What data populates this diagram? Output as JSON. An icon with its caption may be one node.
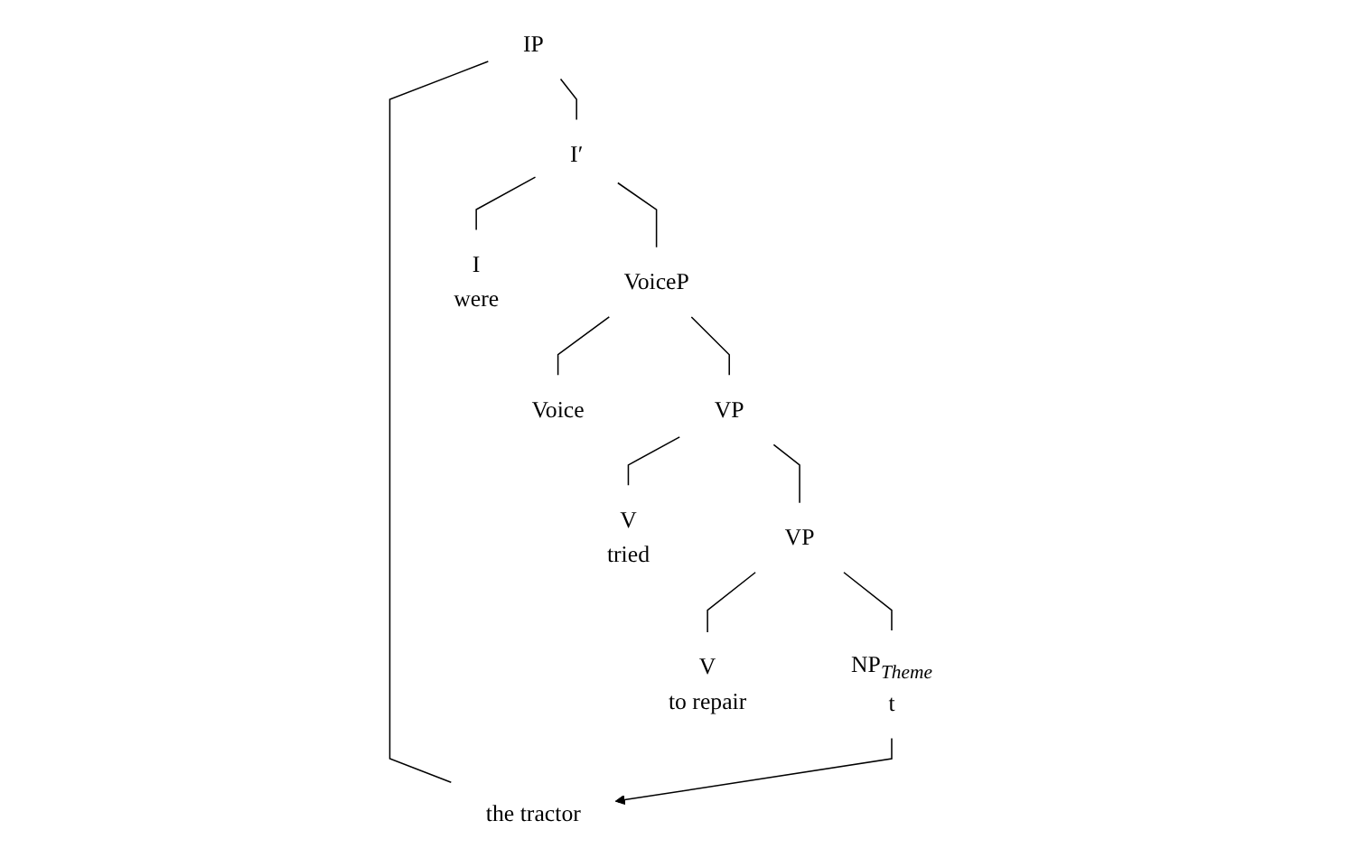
{
  "diagram": {
    "nodes": [
      {
        "text": [
          "IP"
        ]
      },
      {
        "text": [
          "the tractor"
        ]
      },
      {
        "text": [
          "I′"
        ]
      },
      {
        "text": [
          "VoiceP"
        ]
      },
      {
        "text": [
          "I",
          "were"
        ]
      },
      {
        "text": [
          "VP"
        ]
      },
      {
        "text": [
          "Voice"
        ]
      },
      {
        "text": [
          "VP"
        ]
      },
      {
        "text": [
          "V",
          "tried"
        ]
      },
      {
        "text": [
          "NP$_{Theme}$",
          "t"
        ]
      },
      {
        "text": [
          "V",
          "to repair"
        ]
      }
    ],
    "edges": [
      {
        "from": 0,
        "to": 1,
        "arrow": "none"
      },
      {
        "from": 0,
        "to": 2,
        "arrow": "none"
      },
      {
        "from": 2,
        "to": 3,
        "arrow": "none"
      },
      {
        "from": 2,
        "to": 4,
        "arrow": "none"
      },
      {
        "from": 3,
        "to": 5,
        "arrow": "none"
      },
      {
        "from": 3,
        "to": 6,
        "arrow": "none"
      },
      {
        "from": 5,
        "to": 7,
        "arrow": "none"
      },
      {
        "from": 5,
        "to": 8,
        "arrow": "none"
      },
      {
        "from": 7,
        "to": 9,
        "arrow": "none"
      },
      {
        "from": 7,
        "to": 10,
        "arrow": "none"
      },
      {
        "from": 9,
        "to": 1,
        "arrow": "to"
      }
    ]
  }
}
